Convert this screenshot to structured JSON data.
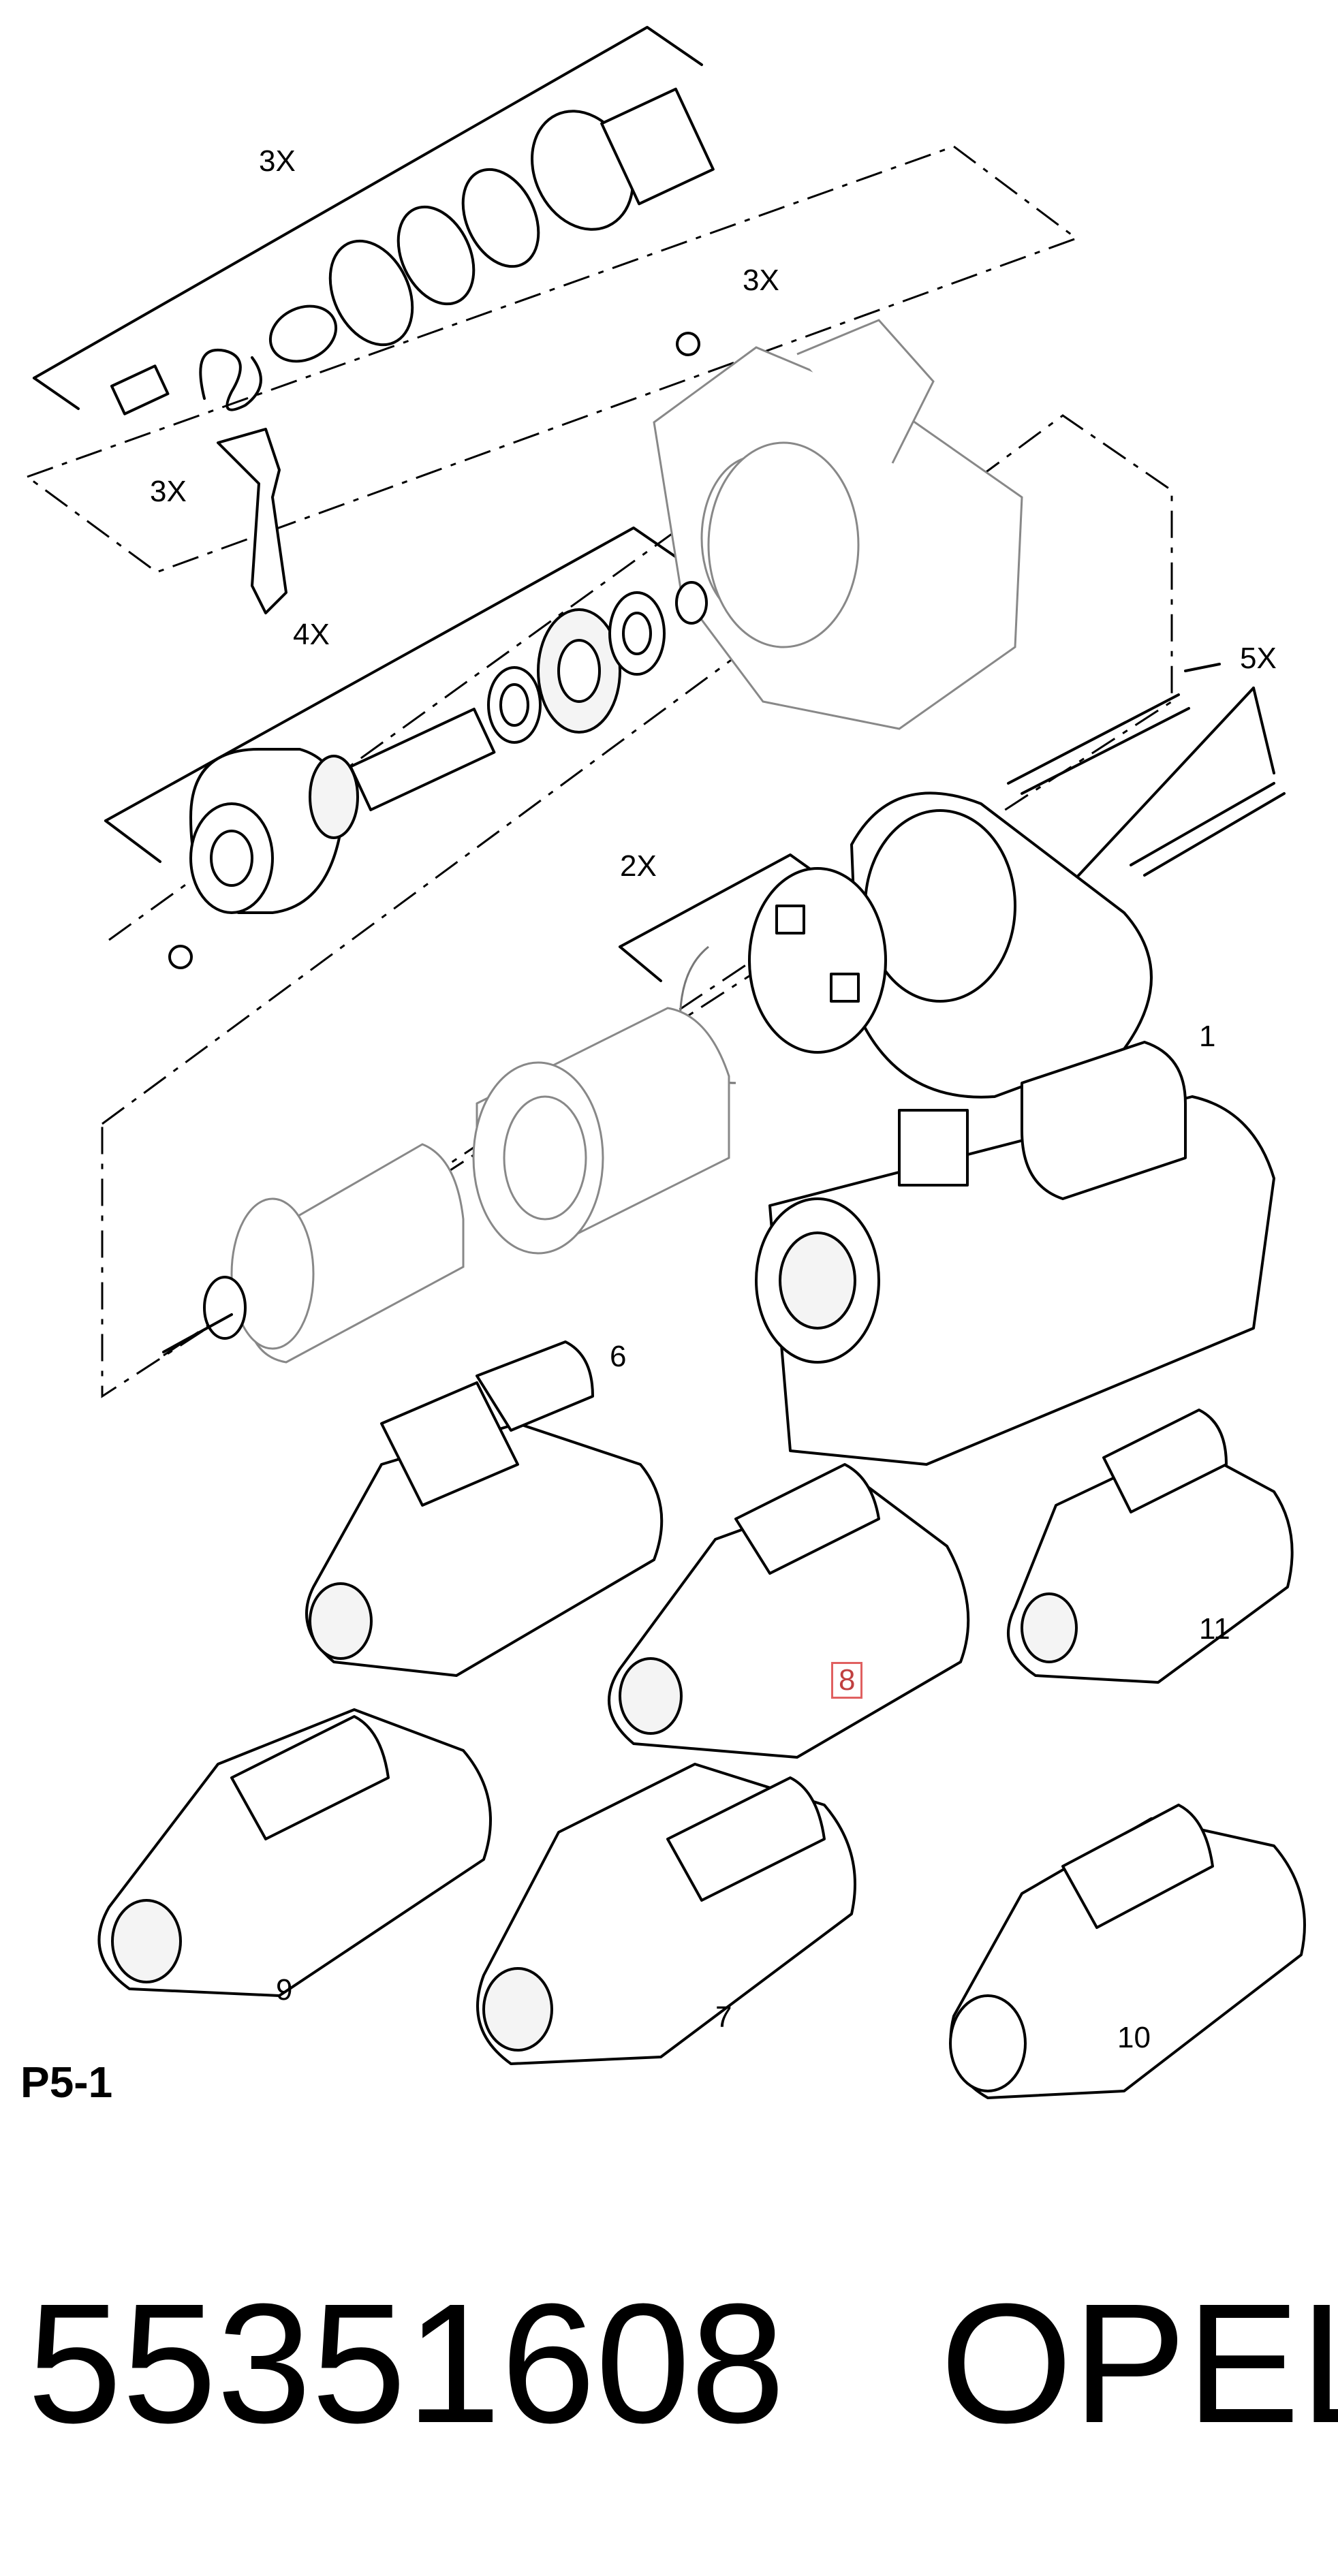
{
  "diagram": {
    "page_code": "P5-1",
    "callouts": [
      {
        "id": "3x-solenoid",
        "text": "3X"
      },
      {
        "id": "3x-bolt",
        "text": "3X"
      },
      {
        "id": "3x-lever",
        "text": "3X"
      },
      {
        "id": "4x-drive",
        "text": "4X"
      },
      {
        "id": "5x-through-bolts",
        "text": "5X"
      },
      {
        "id": "2x-brush",
        "text": "2X"
      },
      {
        "id": "item-1",
        "text": "1"
      },
      {
        "id": "item-6",
        "text": "6"
      },
      {
        "id": "item-8",
        "text": "8",
        "highlighted": true
      },
      {
        "id": "item-11",
        "text": "11"
      },
      {
        "id": "item-9",
        "text": "9"
      },
      {
        "id": "item-7",
        "text": "7"
      },
      {
        "id": "item-10",
        "text": "10"
      }
    ],
    "highlight_color": "#e06060"
  },
  "footer": {
    "part_number": "55351608",
    "brand": "OPEL"
  }
}
